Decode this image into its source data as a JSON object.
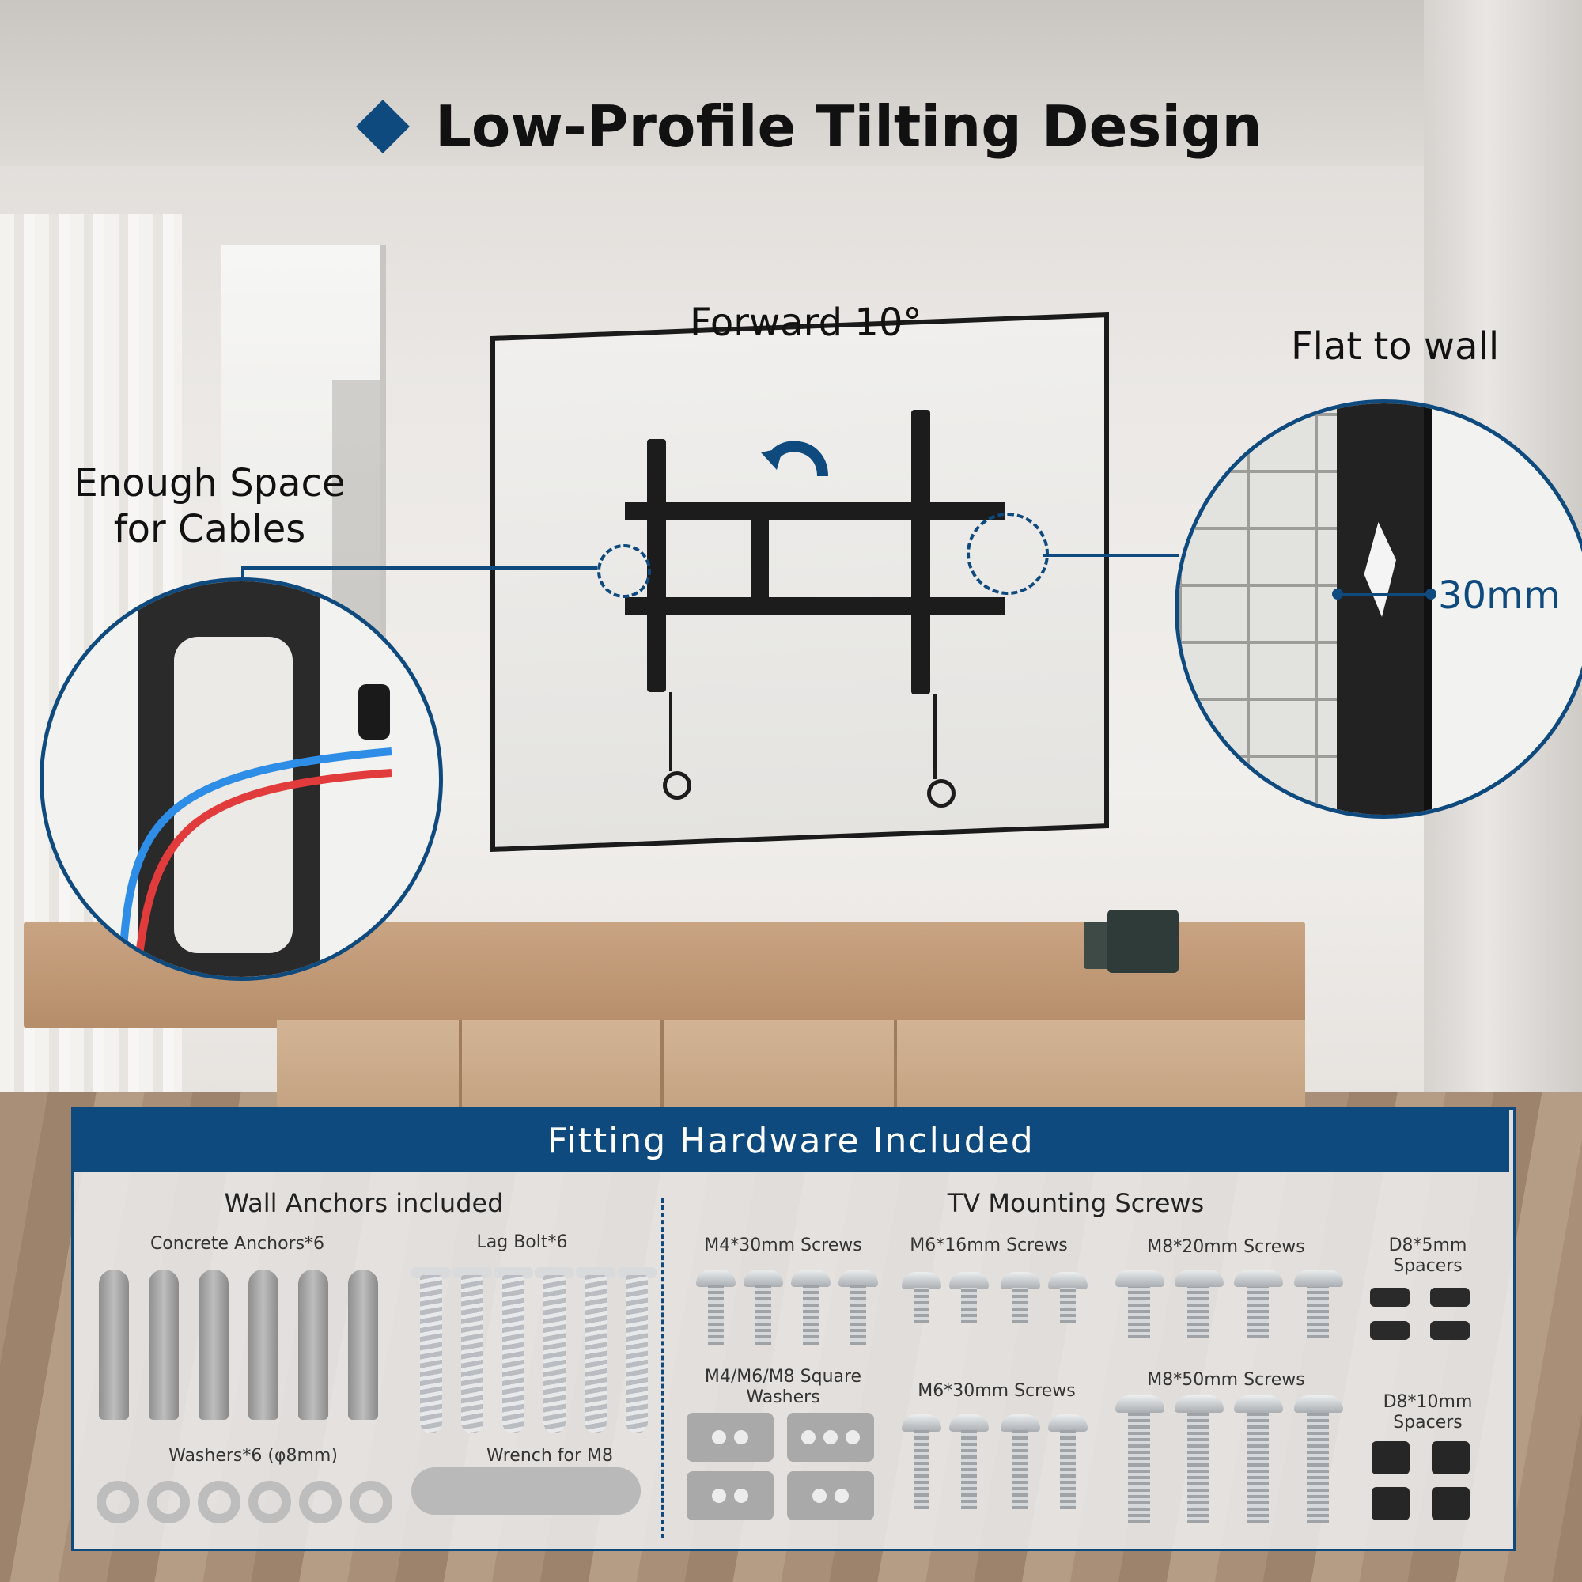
{
  "title": "Low-Profile Tilting Design",
  "callouts": {
    "forward": "Forward 10°",
    "flat": "Flat to wall",
    "cables": "Enough Space for Cables",
    "gap": "30mm"
  },
  "hardware": {
    "header": "Fitting Hardware Included",
    "left_title": "Wall Anchors included",
    "right_title": "TV Mounting Screws",
    "items": {
      "concrete": "Concrete Anchors*6",
      "lag": "Lag Bolt*6",
      "washers": "Washers*6 (φ8mm)",
      "wrench": "Wrench for M8",
      "m4_30": "M4*30mm Screws",
      "m6_16": "M6*16mm Screws",
      "m8_20": "M8*20mm Screws",
      "d8_5": "D8*5mm Spacers",
      "sq_washers": "M4/M6/M8 Square Washers",
      "m6_30": "M6*30mm Screws",
      "m8_50": "M8*50mm Screws",
      "d8_10": "D8*10mm Spacers"
    }
  },
  "colors": {
    "accent": "#0f4a7e",
    "text": "#111111"
  },
  "icons": [
    "diamond-icon",
    "tilt-arrow-icon"
  ]
}
